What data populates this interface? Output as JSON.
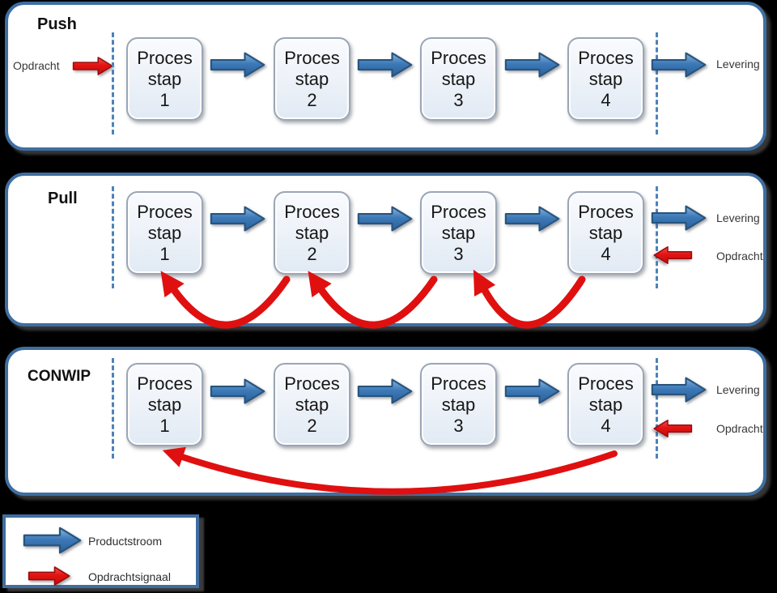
{
  "colors": {
    "background": "#000000",
    "panel_border": "#3f6ea0",
    "panel_fill": "#ffffff",
    "box_fill": "#ecf1f8",
    "box_border": "#9aa6b6",
    "product_flow_arrow": "#3d7ab8",
    "order_signal_arrow": "#e01010",
    "dashed_boundary": "#4d82ba"
  },
  "panels": [
    {
      "id": "push",
      "title": "Push",
      "order_label": "Opdracht",
      "delivery_label": "Levering",
      "boxes": [
        {
          "lines": [
            "Proces",
            "stap",
            "1"
          ]
        },
        {
          "lines": [
            "Proces",
            "stap",
            "2"
          ]
        },
        {
          "lines": [
            "Proces",
            "stap",
            "3"
          ]
        },
        {
          "lines": [
            "Proces",
            "stap",
            "4"
          ]
        }
      ]
    },
    {
      "id": "pull",
      "title": "Pull",
      "delivery_label": "Levering",
      "order_label": "Opdracht",
      "boxes": [
        {
          "lines": [
            "Proces",
            "stap",
            "1"
          ]
        },
        {
          "lines": [
            "Proces",
            "stap",
            "2"
          ]
        },
        {
          "lines": [
            "Proces",
            "stap",
            "3"
          ]
        },
        {
          "lines": [
            "Proces",
            "stap",
            "4"
          ]
        }
      ]
    },
    {
      "id": "conwip",
      "title": "CONWIP",
      "delivery_label": "Levering",
      "order_label": "Opdracht",
      "boxes": [
        {
          "lines": [
            "Proces",
            "stap",
            "1"
          ]
        },
        {
          "lines": [
            "Proces",
            "stap",
            "2"
          ]
        },
        {
          "lines": [
            "Proces",
            "stap",
            "3"
          ]
        },
        {
          "lines": [
            "Proces",
            "stap",
            "4"
          ]
        }
      ]
    }
  ],
  "legend": {
    "items": [
      {
        "icon": "product-flow-arrow",
        "label": "Productstroom"
      },
      {
        "icon": "order-signal-arrow",
        "label": "Opdrachtsignaal"
      }
    ]
  }
}
